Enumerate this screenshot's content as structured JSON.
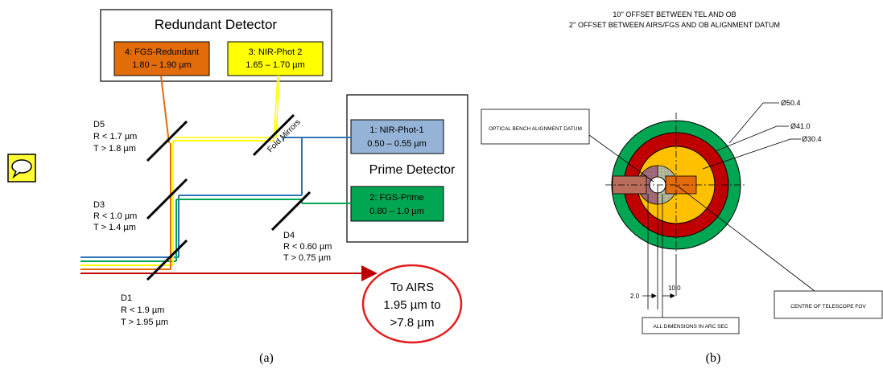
{
  "panel_a": {
    "redundant_title": "Redundant Detector",
    "prime_title": "Prime Detector",
    "boxes": {
      "fgs_redundant": {
        "name": "4: FGS-Redundant",
        "range": "1.80 – 1.90 µm"
      },
      "nir_phot2": {
        "name": "3: NIR-Phot 2",
        "range": "1.65 – 1.70 µm"
      },
      "nir_phot1": {
        "name": "1: NIR-Phot-1",
        "range": "0.50 – 0.55 µm"
      },
      "fgs_prime": {
        "name": "2: FGS-Prime",
        "range": "0.80 – 1.0 µm"
      }
    },
    "dichroics": {
      "d5": {
        "name": "D5",
        "r": "R < 1.7 µm",
        "t": "T > 1.8 µm"
      },
      "d3": {
        "name": "D3",
        "r": "R < 1.0 µm",
        "t": "T > 1.4 µm"
      },
      "d4": {
        "name": "D4",
        "r": "R < 0.60 µm",
        "t": "T > 0.75 µm"
      },
      "d1": {
        "name": "D1",
        "r": "R < 1.9 µm",
        "t": "T > 1.95 µm"
      }
    },
    "fold_mirrors": "Fold Mirrors",
    "airs": {
      "line1": "To AIRS",
      "line2": "1.95 µm to",
      "line3": ">7.8 µm"
    },
    "caption": "(a)",
    "colors": {
      "fgs_redundant": "#e36c0a",
      "nir_phot2": "#ffff00",
      "nir_phot1": "#95b3d7",
      "fgs_prime": "#00a651",
      "red_beam": "#c00000",
      "blue_beam": "#2e75b6"
    }
  },
  "panel_b": {
    "title_line1": "10'' OFFSET BETWEEN TEL AND OB",
    "title_line2": "2'' OFFSET BETWEEN AIRS/FGS AND OB ALIGNMENT DATUM",
    "diam_outer": "Ø50.4",
    "diam_middle": "Ø41.0",
    "diam_inner": "Ø30.4",
    "datum_label": "OPTICAL BENCH ALIGNMENT DATUM",
    "centre_label": "CENTRE OF TELESCOPE FOV",
    "dims_label": "ALL DIMENSIONS IN ARC SEC",
    "dim_2": "2.0",
    "dim_10": "10.0",
    "caption": "(b)",
    "colors": {
      "green": "#00a651",
      "red": "#c00000",
      "yellow": "#ffc000"
    }
  },
  "comment_icon": "speech-bubble-icon"
}
